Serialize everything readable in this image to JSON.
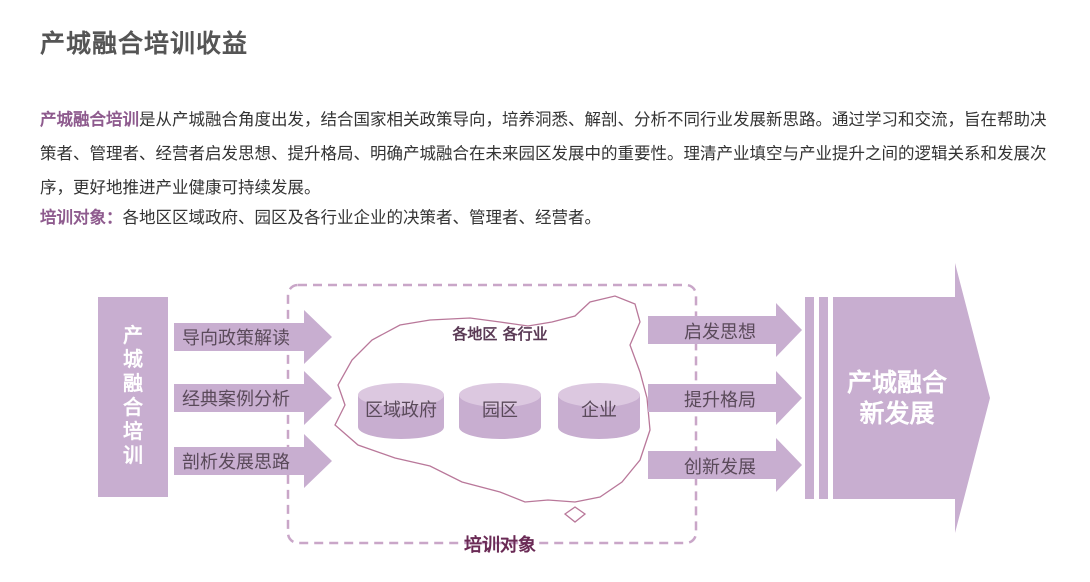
{
  "heading": "产城融合培训收益",
  "intro": {
    "highlight": "产城融合培训",
    "text": "是从产城融合角度出发，结合国家相关政策导向，培养洞悉、解剖、分析不同行业发展新思路。通过学习和交流，旨在帮助决策者、管理者、经营者启发思想、提升格局、明确产城融合在未来园区发展中的重要性。理清产业填空与产业提升之间的逻辑关系和发展次序，更好地推进产业健康可持续发展。"
  },
  "target": {
    "label": "培训对象：",
    "text": "各地区区域政府、园区及各行业企业的决策者、管理者、经营者。"
  },
  "diagram": {
    "left_label": [
      "产",
      "城",
      "融",
      "合",
      "培",
      "训"
    ],
    "left_arrows": [
      "导向政策解读",
      "经典案例分析",
      "剖析发展思路"
    ],
    "map_label": "各地区 各行业",
    "cylinders": [
      "区域政府",
      "园区",
      "企业"
    ],
    "box_caption": "培训对象",
    "right_arrows": [
      "启发思想",
      "提升格局",
      "创新发展"
    ],
    "result_line1": "产城融合",
    "result_line2": "新发展",
    "colors": {
      "accent_text": "#8e5b8e",
      "shape_fill": "#c8aed0",
      "shape_light": "#dcc8e0",
      "map_stroke": "#b9789a",
      "dashed": "#c9a6c8",
      "caption": "#6a2a55"
    }
  }
}
